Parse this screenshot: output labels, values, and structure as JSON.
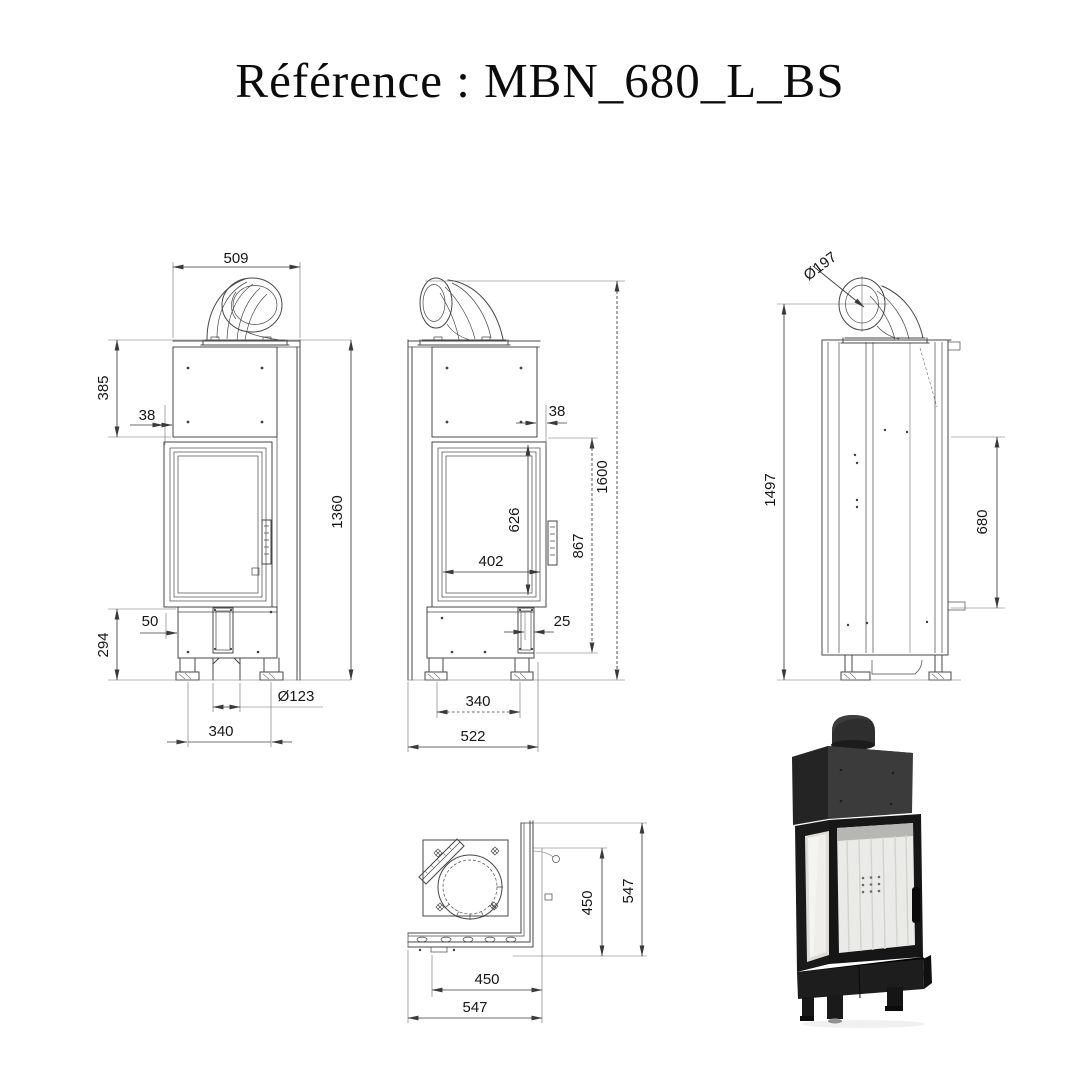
{
  "title": "Référence : MBN_680_L_BS",
  "colors": {
    "background": "#ffffff",
    "drawing_line": "#474747",
    "dimension_text": "#161616",
    "render_body_dark": "#1f1f1f",
    "render_body_light": "#3b3b3b",
    "render_interior": "#f1f0ec"
  },
  "views": {
    "front_left": {
      "name": "front view (flue right)",
      "dims": {
        "top_width": "509",
        "casing_height": "385",
        "frame_offset": "38",
        "total_height": "1360",
        "base_inset": "50",
        "base_height": "294",
        "inlet_diameter": "Ø123",
        "leg_spacing": "340"
      }
    },
    "front_right": {
      "name": "front view (flue left)",
      "dims": {
        "frame_offset": "38",
        "glass_height": "626",
        "glass_width": "402",
        "door_height": "867",
        "overall_height": "1600",
        "side_offset": "25",
        "leg_spacing": "340",
        "total_width": "522"
      }
    },
    "side": {
      "name": "side view",
      "dims": {
        "flue_diameter": "Ø197",
        "total_height": "1497",
        "opening_height": "680"
      }
    },
    "top": {
      "name": "top view",
      "dims": {
        "glass_depth": "450",
        "total_depth": "547",
        "glass_width": "450",
        "total_width": "547"
      }
    }
  }
}
